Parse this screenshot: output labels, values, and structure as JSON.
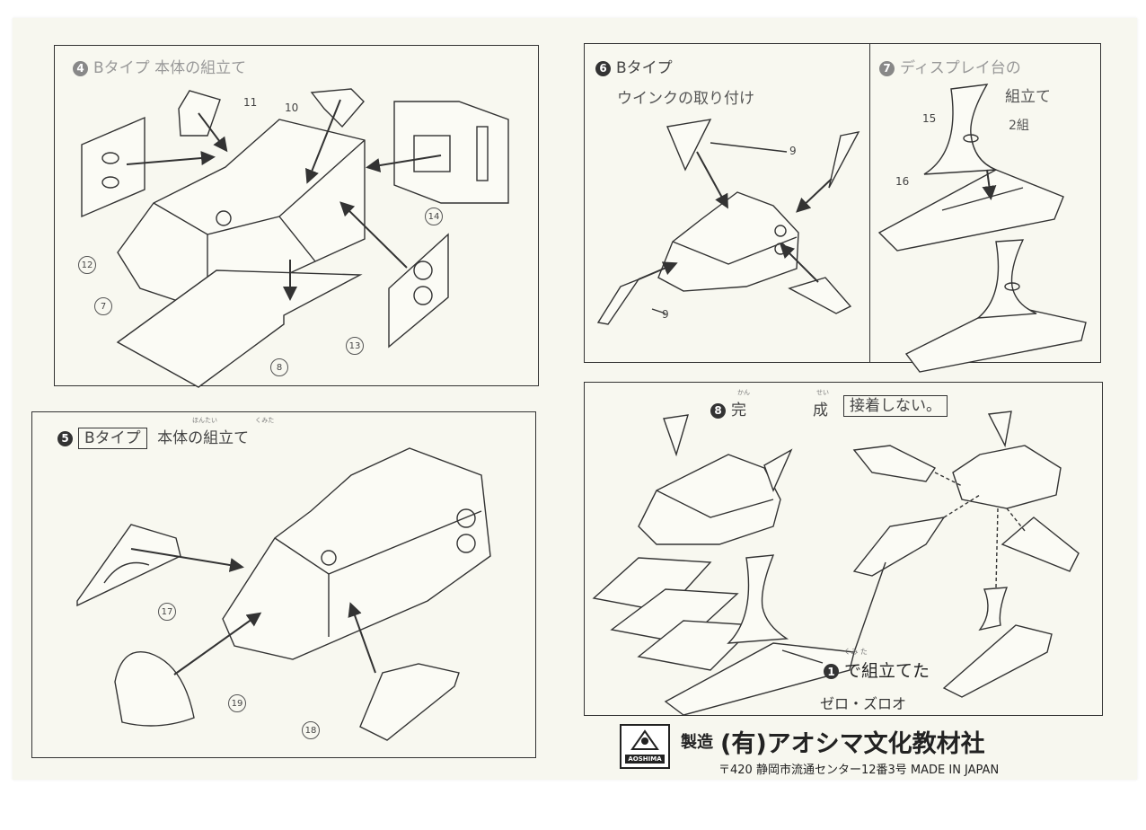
{
  "panels": {
    "step4": {
      "number": "4",
      "title": "Bタイプ 本体の組立て",
      "parts": [
        "11",
        "10",
        "14",
        "12",
        "7",
        "13",
        "8"
      ]
    },
    "step5": {
      "number": "5",
      "type_label": "Bタイプ",
      "title": "本体の組立て",
      "ruby_1": "ほんたい",
      "ruby_2": "くみた",
      "parts": [
        "17",
        "19",
        "18"
      ]
    },
    "step6": {
      "number": "6",
      "title": "Bタイプ",
      "subtitle": "ウインクの取り付け",
      "parts": [
        "9",
        "9"
      ]
    },
    "step7": {
      "number": "7",
      "title": "ディスプレイ台の",
      "subtitle": "組立て",
      "count": "2組",
      "parts": [
        "15",
        "16"
      ]
    },
    "step8": {
      "number": "8",
      "title_a": "完",
      "title_b": "成",
      "ruby_a": "かん",
      "ruby_b": "せい",
      "note": "接着しない。",
      "caption_num": "1",
      "caption": "で組立てた",
      "caption_ruby": "くみ た",
      "caption2": "ゼロ・ズロオ"
    }
  },
  "footer": {
    "logo_text": "AOSHIMA",
    "maker_label": "製造",
    "company": "(有)アオシマ文化教材社",
    "address": "〒420 静岡市流通センター12番3号 MADE IN JAPAN"
  }
}
